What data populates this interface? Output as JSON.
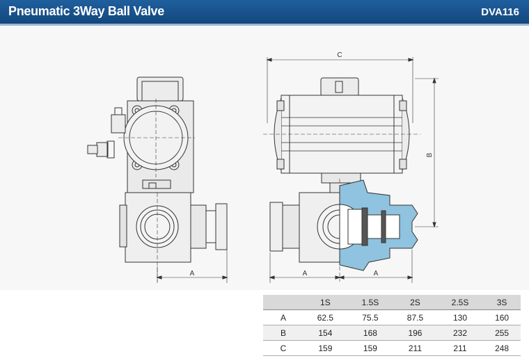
{
  "header": {
    "title": "Pneumatic 3Way Ball Valve",
    "model": "DVA116"
  },
  "dimensions": {
    "a": "A",
    "b": "B",
    "c": "C"
  },
  "table": {
    "columns": [
      "1S",
      "1.5S",
      "2S",
      "2.5S",
      "3S"
    ],
    "rows": [
      {
        "label": "A",
        "values": [
          "62.5",
          "75.5",
          "87.5",
          "130",
          "160"
        ]
      },
      {
        "label": "B",
        "values": [
          "154",
          "168",
          "196",
          "232",
          "255"
        ]
      },
      {
        "label": "C",
        "values": [
          "159",
          "159",
          "211",
          "211",
          "248"
        ]
      }
    ]
  },
  "colors": {
    "header": "#1a5490",
    "section_fill": "#8fc3df",
    "line": "#333333"
  }
}
